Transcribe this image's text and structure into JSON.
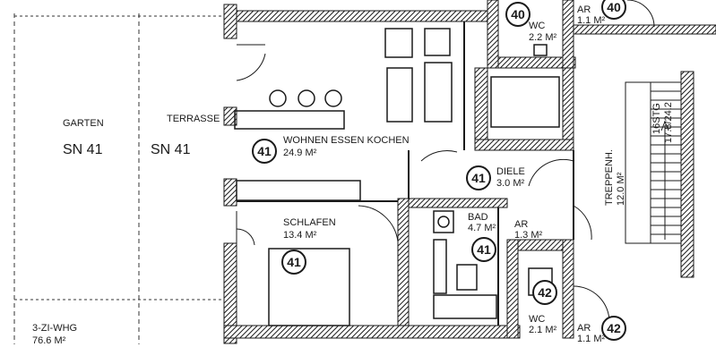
{
  "garden": {
    "label": "GARTEN",
    "unit": "SN 41"
  },
  "terrace": {
    "label": "TERRASSE",
    "unit": "SN 41"
  },
  "apartment": {
    "type": "3-ZI-WHG",
    "area": "76.6 M²"
  },
  "rooms": {
    "living": {
      "number": "41",
      "name": "WOHNEN ESSEN KOCHEN",
      "area": "24.9 M²"
    },
    "bedroom": {
      "number": "41",
      "name": "SCHLAFEN",
      "area": "13.4 M²"
    },
    "hall": {
      "number": "41",
      "name": "DIELE",
      "area": "3.0 M²"
    },
    "bath": {
      "number": "41",
      "name": "BAD",
      "area": "4.7 M²"
    },
    "storage": {
      "name": "AR",
      "area": "1.3 M²"
    },
    "wc_top": {
      "number": "40",
      "name": "WC",
      "area": "2.2 M²"
    },
    "ar_top": {
      "number": "40",
      "name": "AR",
      "area": "1.1 M²"
    },
    "wc_bottom": {
      "number": "42",
      "name": "WC",
      "area": "2.1 M²"
    },
    "ar_bottom": {
      "number": "42",
      "name": "AR",
      "area": "1.1 M²"
    }
  },
  "stair": {
    "name": "TREPPENH.",
    "area": "12.0 M²",
    "steps": "16STG",
    "ratio": "17.8/24.2"
  }
}
